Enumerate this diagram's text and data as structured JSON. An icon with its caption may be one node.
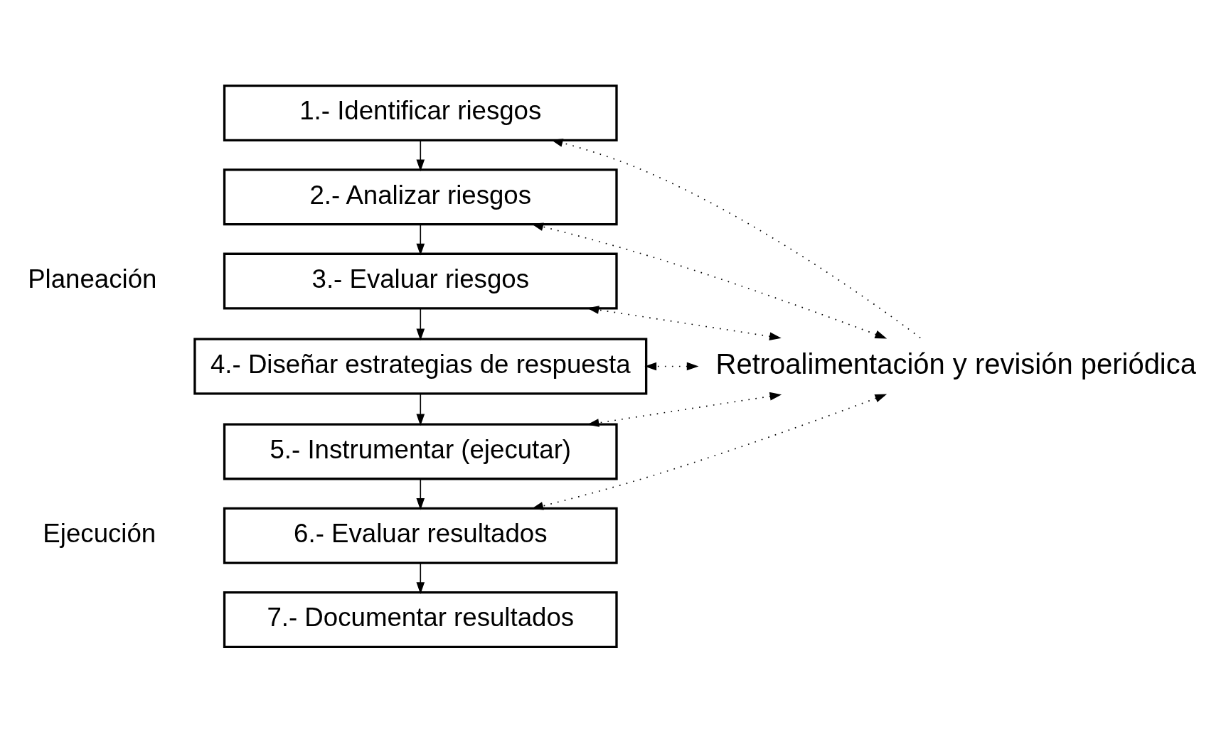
{
  "diagram": {
    "nodes": [
      {
        "text": [
          "1.- Identificar riesgos"
        ]
      },
      {
        "text": [
          "2.- Analizar riesgos"
        ]
      },
      {
        "text": [
          "3.- Evaluar riesgos"
        ]
      },
      {
        "text": [
          "4.- Diseñar estrategias de respuesta"
        ]
      },
      {
        "text": [
          "5.- Instrumentar (ejecutar)"
        ]
      },
      {
        "text": [
          "6.- Evaluar resultados"
        ]
      },
      {
        "text": [
          "7.- Documentar resultados"
        ]
      },
      {
        "text": [
          "Retroalimentación y revisión periódica"
        ]
      }
    ],
    "edges": [
      {
        "from": 0,
        "to": 1,
        "arrow": "to"
      },
      {
        "from": 1,
        "to": 2,
        "arrow": "to"
      },
      {
        "from": 2,
        "to": 3,
        "arrow": "to"
      },
      {
        "from": 3,
        "to": 4,
        "arrow": "to"
      },
      {
        "from": 4,
        "to": 5,
        "arrow": "to"
      },
      {
        "from": 5,
        "to": 6,
        "arrow": "to"
      },
      {
        "from": 7,
        "to": 0,
        "arrow": "to",
        "style": "dashed"
      },
      {
        "from": 7,
        "to": 1,
        "arrow": "both",
        "style": "dashed"
      },
      {
        "from": 7,
        "to": 2,
        "arrow": "both",
        "style": "dashed"
      },
      {
        "from": 7,
        "to": 3,
        "arrow": "both",
        "style": "dashed"
      },
      {
        "from": 7,
        "to": 4,
        "arrow": "both",
        "style": "dashed"
      },
      {
        "from": 7,
        "to": 5,
        "arrow": "both",
        "style": "dashed"
      }
    ],
    "labels": [
      "Planeación",
      "Ejecución"
    ]
  }
}
